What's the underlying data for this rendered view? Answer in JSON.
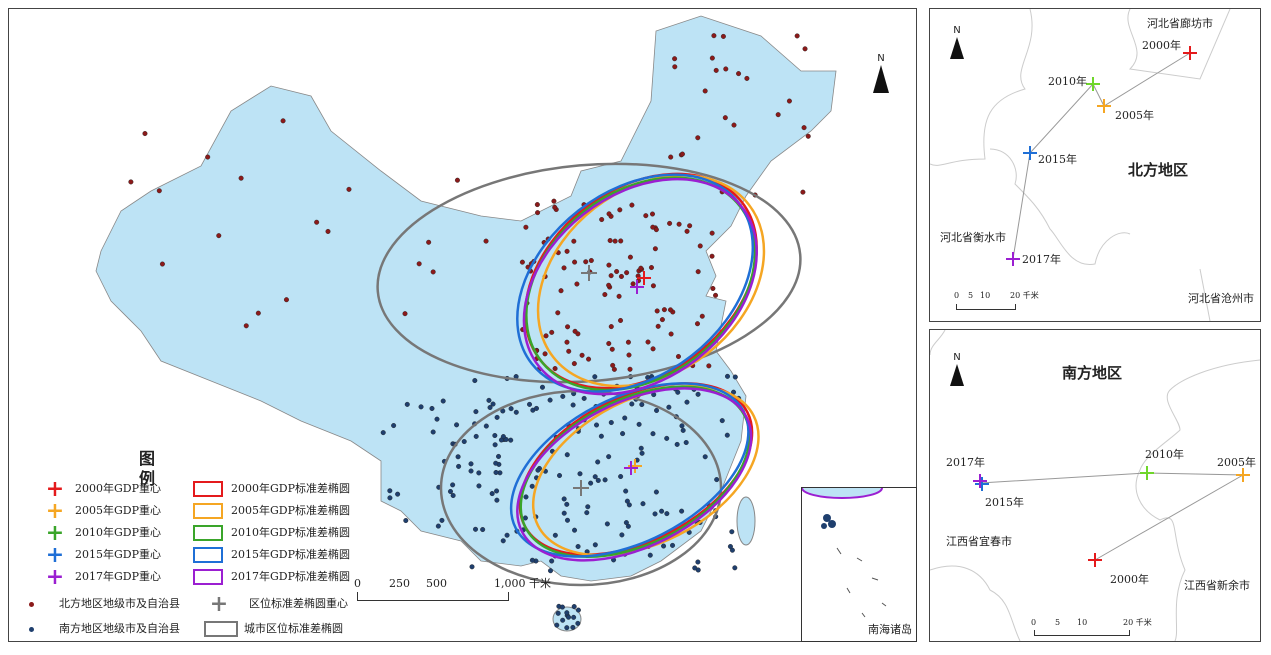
{
  "main_map": {
    "legend": {
      "title": "图例",
      "centers": [
        {
          "label": "2000年GDP重心",
          "color": "#e41a1c"
        },
        {
          "label": "2005年GDP重心",
          "color": "#f5a623"
        },
        {
          "label": "2010年GDP重心",
          "color": "#3aa52a"
        },
        {
          "label": "2015年GDP重心",
          "color": "#1f6fd6"
        },
        {
          "label": "2017年GDP重心",
          "color": "#9b1fd1"
        }
      ],
      "ellipses": [
        {
          "label": "2000年GDP标准差椭圆",
          "color": "#e41a1c"
        },
        {
          "label": "2005年GDP标准差椭圆",
          "color": "#f5a623"
        },
        {
          "label": "2010年GDP标准差椭圆",
          "color": "#3aa52a"
        },
        {
          "label": "2015年GDP标准差椭圆",
          "color": "#1f6fd6"
        },
        {
          "label": "2017年GDP标准差椭圆",
          "color": "#9b1fd1"
        }
      ],
      "north_cities": "北方地区地级市及自治县",
      "south_cities": "南方地区地级市及自治县",
      "region_center": "区位标准差椭圆重心",
      "region_ellipse": "城市区位标准差椭圆",
      "north_color": "#8b1a1a",
      "south_color": "#1f3f6e",
      "region_color": "#777777"
    },
    "scale": {
      "ticks": [
        "0",
        "250",
        "500",
        "1,000 千米"
      ]
    },
    "north_arrow": "N",
    "inset_label": "南海诸岛"
  },
  "north_panel": {
    "title": "北方地区",
    "north": "N",
    "places": [
      "河北省廊坊市",
      "河北省衡水市",
      "河北省沧州市"
    ],
    "years": [
      "2000年",
      "2005年",
      "2010年",
      "2015年",
      "2017年"
    ],
    "scale": [
      "0",
      "5",
      "10",
      "20 千米"
    ]
  },
  "south_panel": {
    "title": "南方地区",
    "north": "N",
    "places": [
      "江西省宜春市",
      "江西省新余市"
    ],
    "years": [
      "2000年",
      "2005年",
      "2010年",
      "2015年",
      "2017年"
    ],
    "scale": [
      "0",
      "5",
      "10",
      "20 千米"
    ]
  }
}
